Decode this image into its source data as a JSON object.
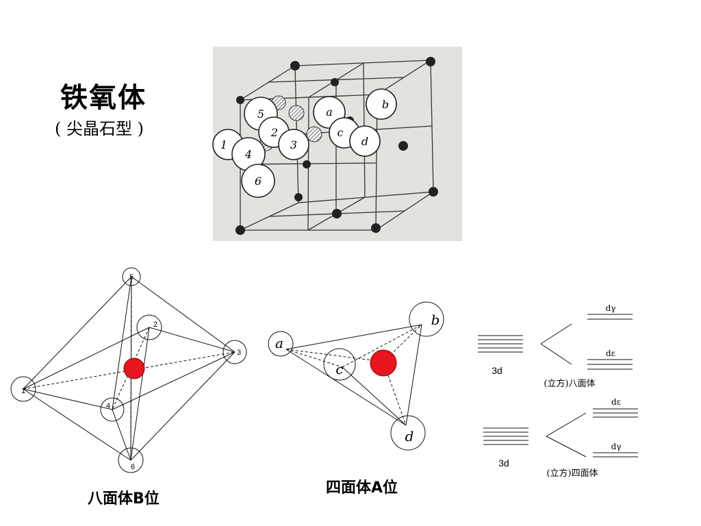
{
  "title": "铁氧体",
  "subtitle": "( 尖晶石型 )",
  "lattice": {
    "numbers": [
      "1",
      "2",
      "3",
      "4",
      "5",
      "6"
    ],
    "letters": [
      "a",
      "b",
      "c",
      "d"
    ]
  },
  "octahedron": {
    "caption": "八面体B位",
    "vertices": [
      "1",
      "2",
      "3",
      "4",
      "5",
      "6"
    ]
  },
  "tetrahedron": {
    "caption": "四面体A位",
    "vertices": [
      "a",
      "b",
      "c",
      "d"
    ]
  },
  "splitting": {
    "octahedral": {
      "level_label": "3d",
      "upper_label": "dγ",
      "lower_label": "dε",
      "caption": "(立方)八面体"
    },
    "tetrahedral": {
      "level_label": "3d",
      "upper_label": "dε",
      "lower_label": "dγ",
      "caption": "(立方)四面体"
    }
  },
  "colors": {
    "cation": "#e8141e",
    "line": "#111111",
    "photo_bg": "#e2e2df",
    "hatched": "#555555"
  }
}
